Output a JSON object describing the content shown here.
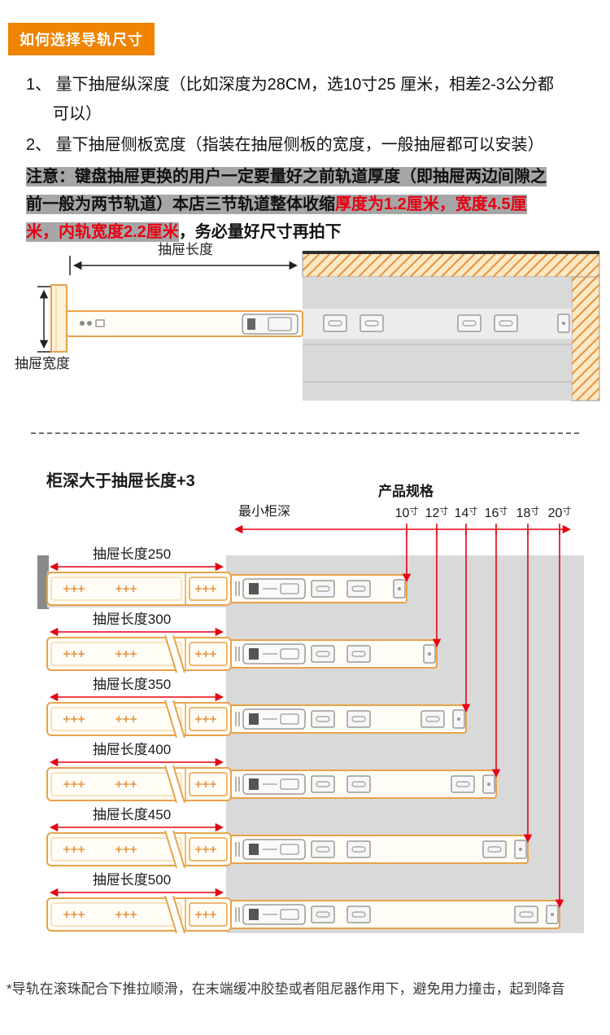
{
  "header": {
    "badge": "如何选择导轨尺寸"
  },
  "instructions": {
    "item1": "1、 量下抽屉纵深度（比如深度为28CM，选10寸25 厘米，相差2-3公分都可以）",
    "item2": "2、 量下抽屉侧板宽度（指装在抽屉侧板的宽度，一般抽屉都可以安装）",
    "note_gray": "注意：键盘抽屉更换的用户一定要量好之前轨道厚度（即抽屉两边间隙之前一般为两节轨道）本店三节轨道整体收缩",
    "note_red": "厚度为1.2厘米，宽度4.5厘米，内轨宽度2.2厘米",
    "note_tail": "，务必量好尺寸再拍下"
  },
  "diagram_measure": {
    "length_label": "抽屉长度",
    "width_label": "抽屉宽度"
  },
  "size_chart": {
    "title": "柜深大于抽屉长度+3",
    "spec_heading": "产品规格",
    "min_cabinet_depth_label": "最小柜深",
    "sizes": [
      {
        "num": "10",
        "unit": "寸"
      },
      {
        "num": "12",
        "unit": "寸"
      },
      {
        "num": "14",
        "unit": "寸"
      },
      {
        "num": "16",
        "unit": "寸"
      },
      {
        "num": "18",
        "unit": "寸"
      },
      {
        "num": "20",
        "unit": "寸"
      }
    ],
    "rows": [
      {
        "label": "抽屉长度250"
      },
      {
        "label": "抽屉长度300"
      },
      {
        "label": "抽屉长度350"
      },
      {
        "label": "抽屉长度400"
      },
      {
        "label": "抽屉长度450"
      },
      {
        "label": "抽屉长度500"
      }
    ]
  },
  "footnote": "*导轨在滚珠配合下推拉顺滑，在末端缓冲胶垫或者阻尼器作用下，避免用力撞击，起到降音",
  "colors": {
    "accent_orange": "#f08300",
    "alert_red": "#e60012",
    "note_highlight": "#a6a6a6",
    "panel_gray": "#d9d9d9"
  }
}
